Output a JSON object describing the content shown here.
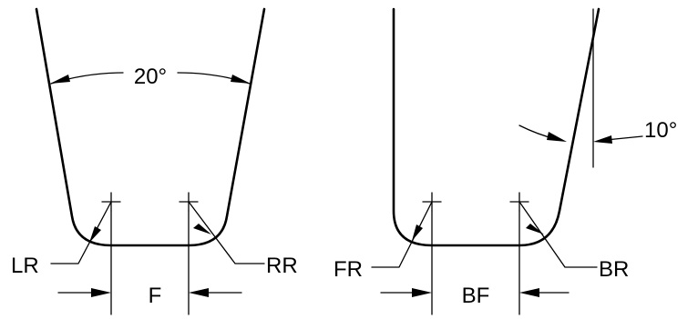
{
  "left_profile": {
    "angle_label": "20°",
    "left_radius_label": "LR",
    "right_radius_label": "RR",
    "flat_label": "F"
  },
  "right_profile": {
    "angle_label": "10°",
    "front_radius_label": "FR",
    "back_radius_label": "BR",
    "bottom_flat_label": "BF"
  }
}
